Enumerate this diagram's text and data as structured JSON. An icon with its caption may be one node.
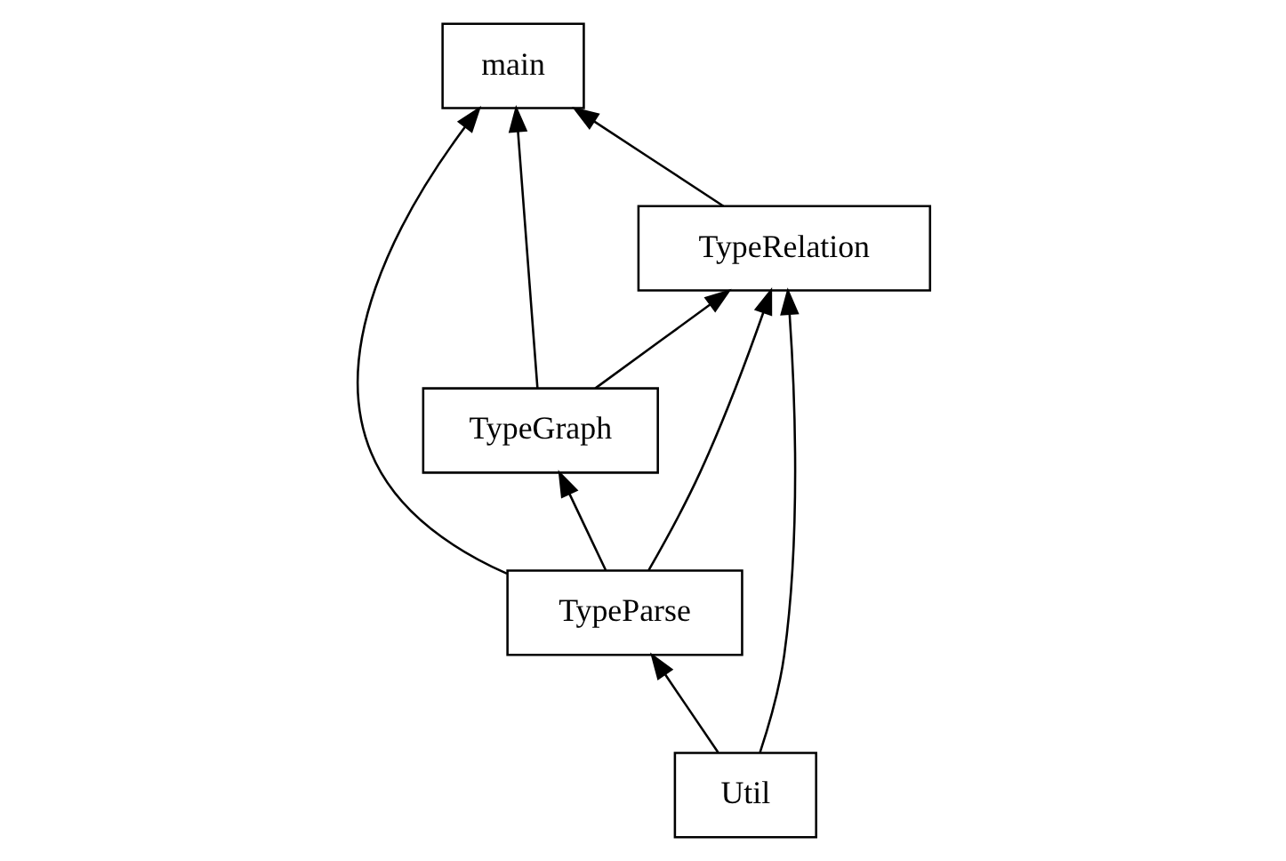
{
  "diagram": {
    "nodes": [
      {
        "text": [
          "main"
        ]
      },
      {
        "text": [
          "TypeRelation"
        ]
      },
      {
        "text": [
          "TypeGraph"
        ]
      },
      {
        "text": [
          "TypeParse"
        ]
      },
      {
        "text": [
          "Util"
        ]
      }
    ],
    "edges": [
      {
        "from": 1,
        "to": 0,
        "arrow": "to"
      },
      {
        "from": 2,
        "to": 0,
        "arrow": "to"
      },
      {
        "from": 3,
        "to": 0,
        "arrow": "to"
      },
      {
        "from": 2,
        "to": 1,
        "arrow": "to"
      },
      {
        "from": 3,
        "to": 1,
        "arrow": "to"
      },
      {
        "from": 3,
        "to": 2,
        "arrow": "to"
      },
      {
        "from": 4,
        "to": 1,
        "arrow": "to"
      },
      {
        "from": 4,
        "to": 3,
        "arrow": "to"
      }
    ]
  }
}
